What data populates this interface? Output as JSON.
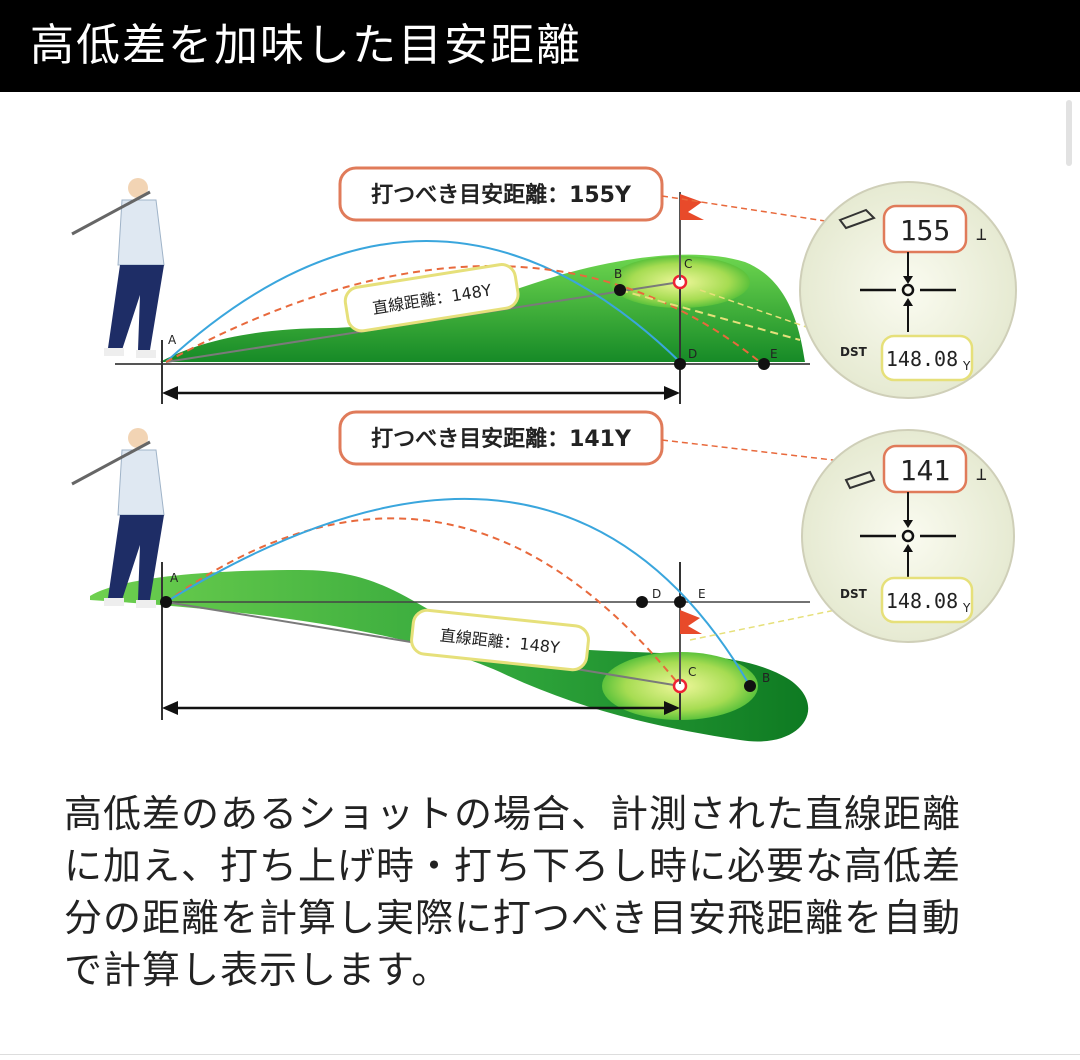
{
  "header": {
    "title": "高低差を加味した目安距離"
  },
  "uphill": {
    "target_label": "打つべき目安距離：155Y",
    "straight_label": "直線距離：148Y",
    "points": {
      "a": "A",
      "b": "B",
      "c": "C",
      "d": "D",
      "e": "E"
    },
    "display": {
      "top_value": "155",
      "dst_label": "DST",
      "dst_value": "148.08",
      "unit": "Y"
    }
  },
  "downhill": {
    "target_label": "打つべき目安距離：141Y",
    "straight_label": "直線距離：148Y",
    "points": {
      "a": "A",
      "b": "B",
      "c": "C",
      "d": "D",
      "e": "E"
    },
    "display": {
      "top_value": "141",
      "dst_label": "DST",
      "dst_value": "148.08",
      "unit": "Y"
    }
  },
  "description": [
    "高低差のあるショットの場合、計測された直線距離",
    "に加え、打ち上げ時・打ち下ろし時に必要な高低差",
    "分の距離を計算し実際に打つべき目安飛距離を自動",
    "で計算し表示します。"
  ],
  "colors": {
    "header_bg": "#000000",
    "green_dark": "#1f9a2e",
    "green_light": "#5ed04a",
    "callout_border": "#e07b5a",
    "straight_border": "#e6e07a",
    "carry_line": "#3aa6dd",
    "adjusted_line": "#e8693c",
    "flag": "#e84a2a"
  }
}
